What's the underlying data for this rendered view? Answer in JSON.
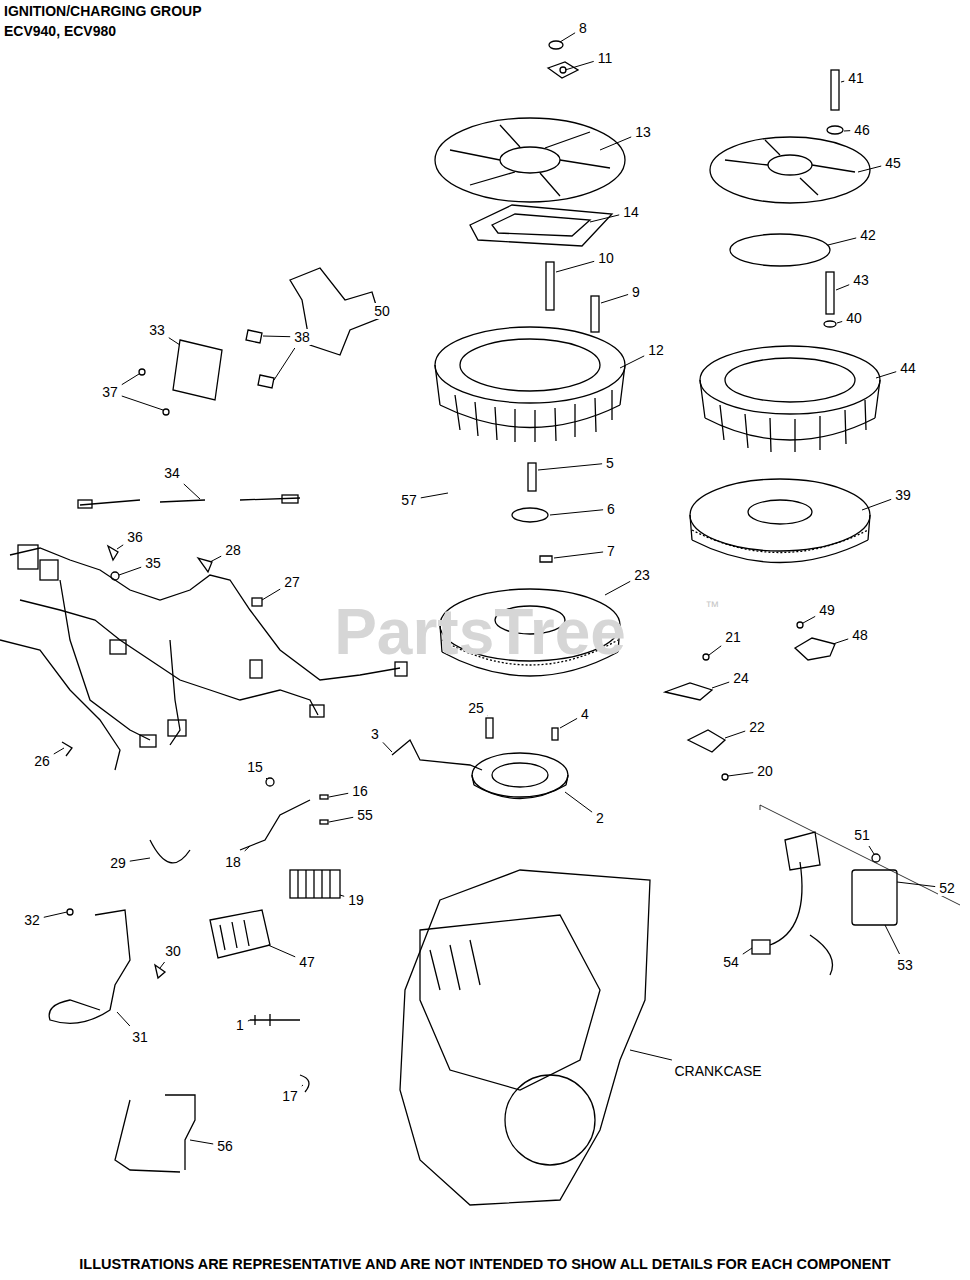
{
  "diagram": {
    "title": "IGNITION/CHARGING GROUP",
    "caption": "ILLUSTRATIONS ARE REPRESENTATIVE AND ARE NOT INTENDED TO SHOW ALL DETAILS FOR EACH COMPONENT",
    "labels": [
      "ECV940, ECV980",
      "8",
      "11",
      "13",
      "14",
      "10",
      "9",
      "12",
      "5",
      "6",
      "7",
      "23",
      "57",
      "41",
      "46",
      "45",
      "42",
      "43",
      "40",
      "44",
      "39",
      "49",
      "48",
      "21",
      "24",
      "22",
      "20",
      "25",
      "4",
      "3",
      "2",
      "33",
      "38",
      "50",
      "37",
      "34",
      "36",
      "35",
      "28",
      "27",
      "26",
      "15",
      "16",
      "55",
      "18",
      "29",
      "19",
      "47",
      "32",
      "30",
      "31",
      "1",
      "17",
      "56",
      "51",
      "52",
      "53",
      "54",
      "CRANKCASE",
      "PartsTree",
      "™"
    ]
  }
}
